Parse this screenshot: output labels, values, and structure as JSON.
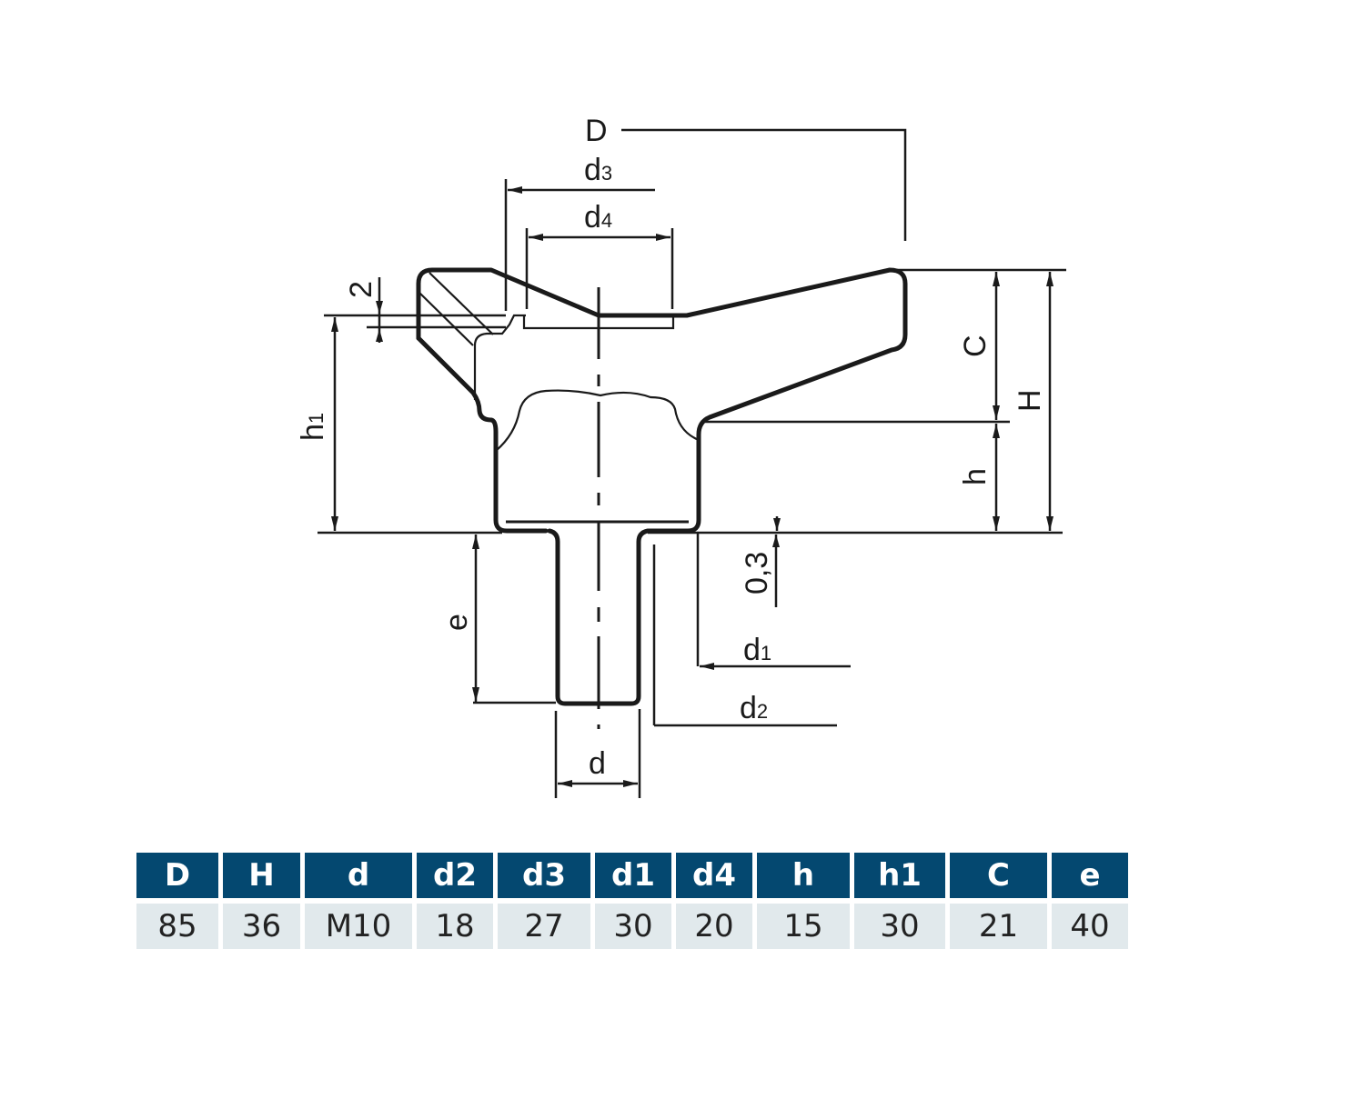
{
  "drawing": {
    "labels": {
      "D": "D",
      "d3": "d",
      "d3_sub": "3",
      "d4": "d",
      "d4_sub": "4",
      "two": "2",
      "h1": "h",
      "h1_sub": "1",
      "C": "C",
      "H": "H",
      "h": "h",
      "e": "e",
      "zero_three": "0,3",
      "d1": "d",
      "d1_sub": "1",
      "d2": "d",
      "d2_sub": "2",
      "d": "d"
    }
  },
  "table": {
    "header_color": "#044870",
    "value_bg_color": "#e1e9ec",
    "columns": [
      {
        "header": "D",
        "value": "85",
        "width": 90
      },
      {
        "header": "H",
        "value": "36",
        "width": 85
      },
      {
        "header": "d",
        "value": "M10",
        "width": 118
      },
      {
        "header": "d2",
        "value": "18",
        "width": 84
      },
      {
        "header": "d3",
        "value": "27",
        "width": 102
      },
      {
        "header": "d1",
        "value": "30",
        "width": 84
      },
      {
        "header": "d4",
        "value": "20",
        "width": 84
      },
      {
        "header": "h",
        "value": "15",
        "width": 102
      },
      {
        "header": "h1",
        "value": "30",
        "width": 100
      },
      {
        "header": "C",
        "value": "21",
        "width": 107
      },
      {
        "header": "e",
        "value": "40",
        "width": 84
      }
    ]
  }
}
